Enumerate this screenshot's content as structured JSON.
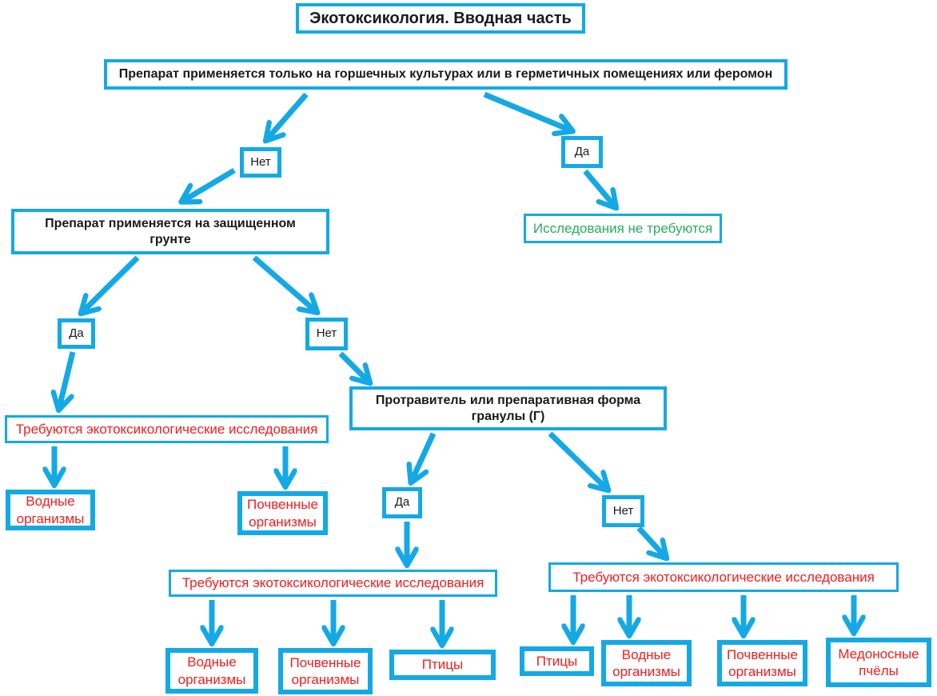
{
  "title": "Экотоксикология. Вводная часть",
  "colors": {
    "accent": "#14a9e5",
    "red": "#f01e1e",
    "green": "#27ae5e",
    "black": "#1a1a1a"
  },
  "nodes": {
    "q_application": "Препарат применяется только на горшечных культурах или в герметичных помещениях или феромон",
    "no1": "Нет",
    "yes1": "Да",
    "q_protected_ground": "Препарат применяется на защищенном\nгрунте",
    "no_studies_needed": "Исследования не требуются",
    "yes2": "Да",
    "no2": "Нет",
    "studies_required_left": "Требуются экотоксикологические исследования",
    "q_granules": "Протравитель или  препаративная форма\nгранулы (Г)",
    "aquatic_left": "Водные\nорганизмы",
    "soil_left": "Почвенные\nорганизмы",
    "yes3": "Да",
    "no3": "Нет",
    "studies_required_mid": "Требуются экотоксикологические исследования",
    "studies_required_right": "Требуются экотоксикологические исследования",
    "aquatic_mid": "Водные\nорганизмы",
    "soil_mid": "Почвенные\nорганизмы",
    "birds_mid": "Птицы",
    "birds_right": "Птицы",
    "aquatic_right": "Водные\nорганизмы",
    "soil_right": "Почвенные\nорганизмы",
    "bees_right": "Медоносные\nпчёлы"
  }
}
